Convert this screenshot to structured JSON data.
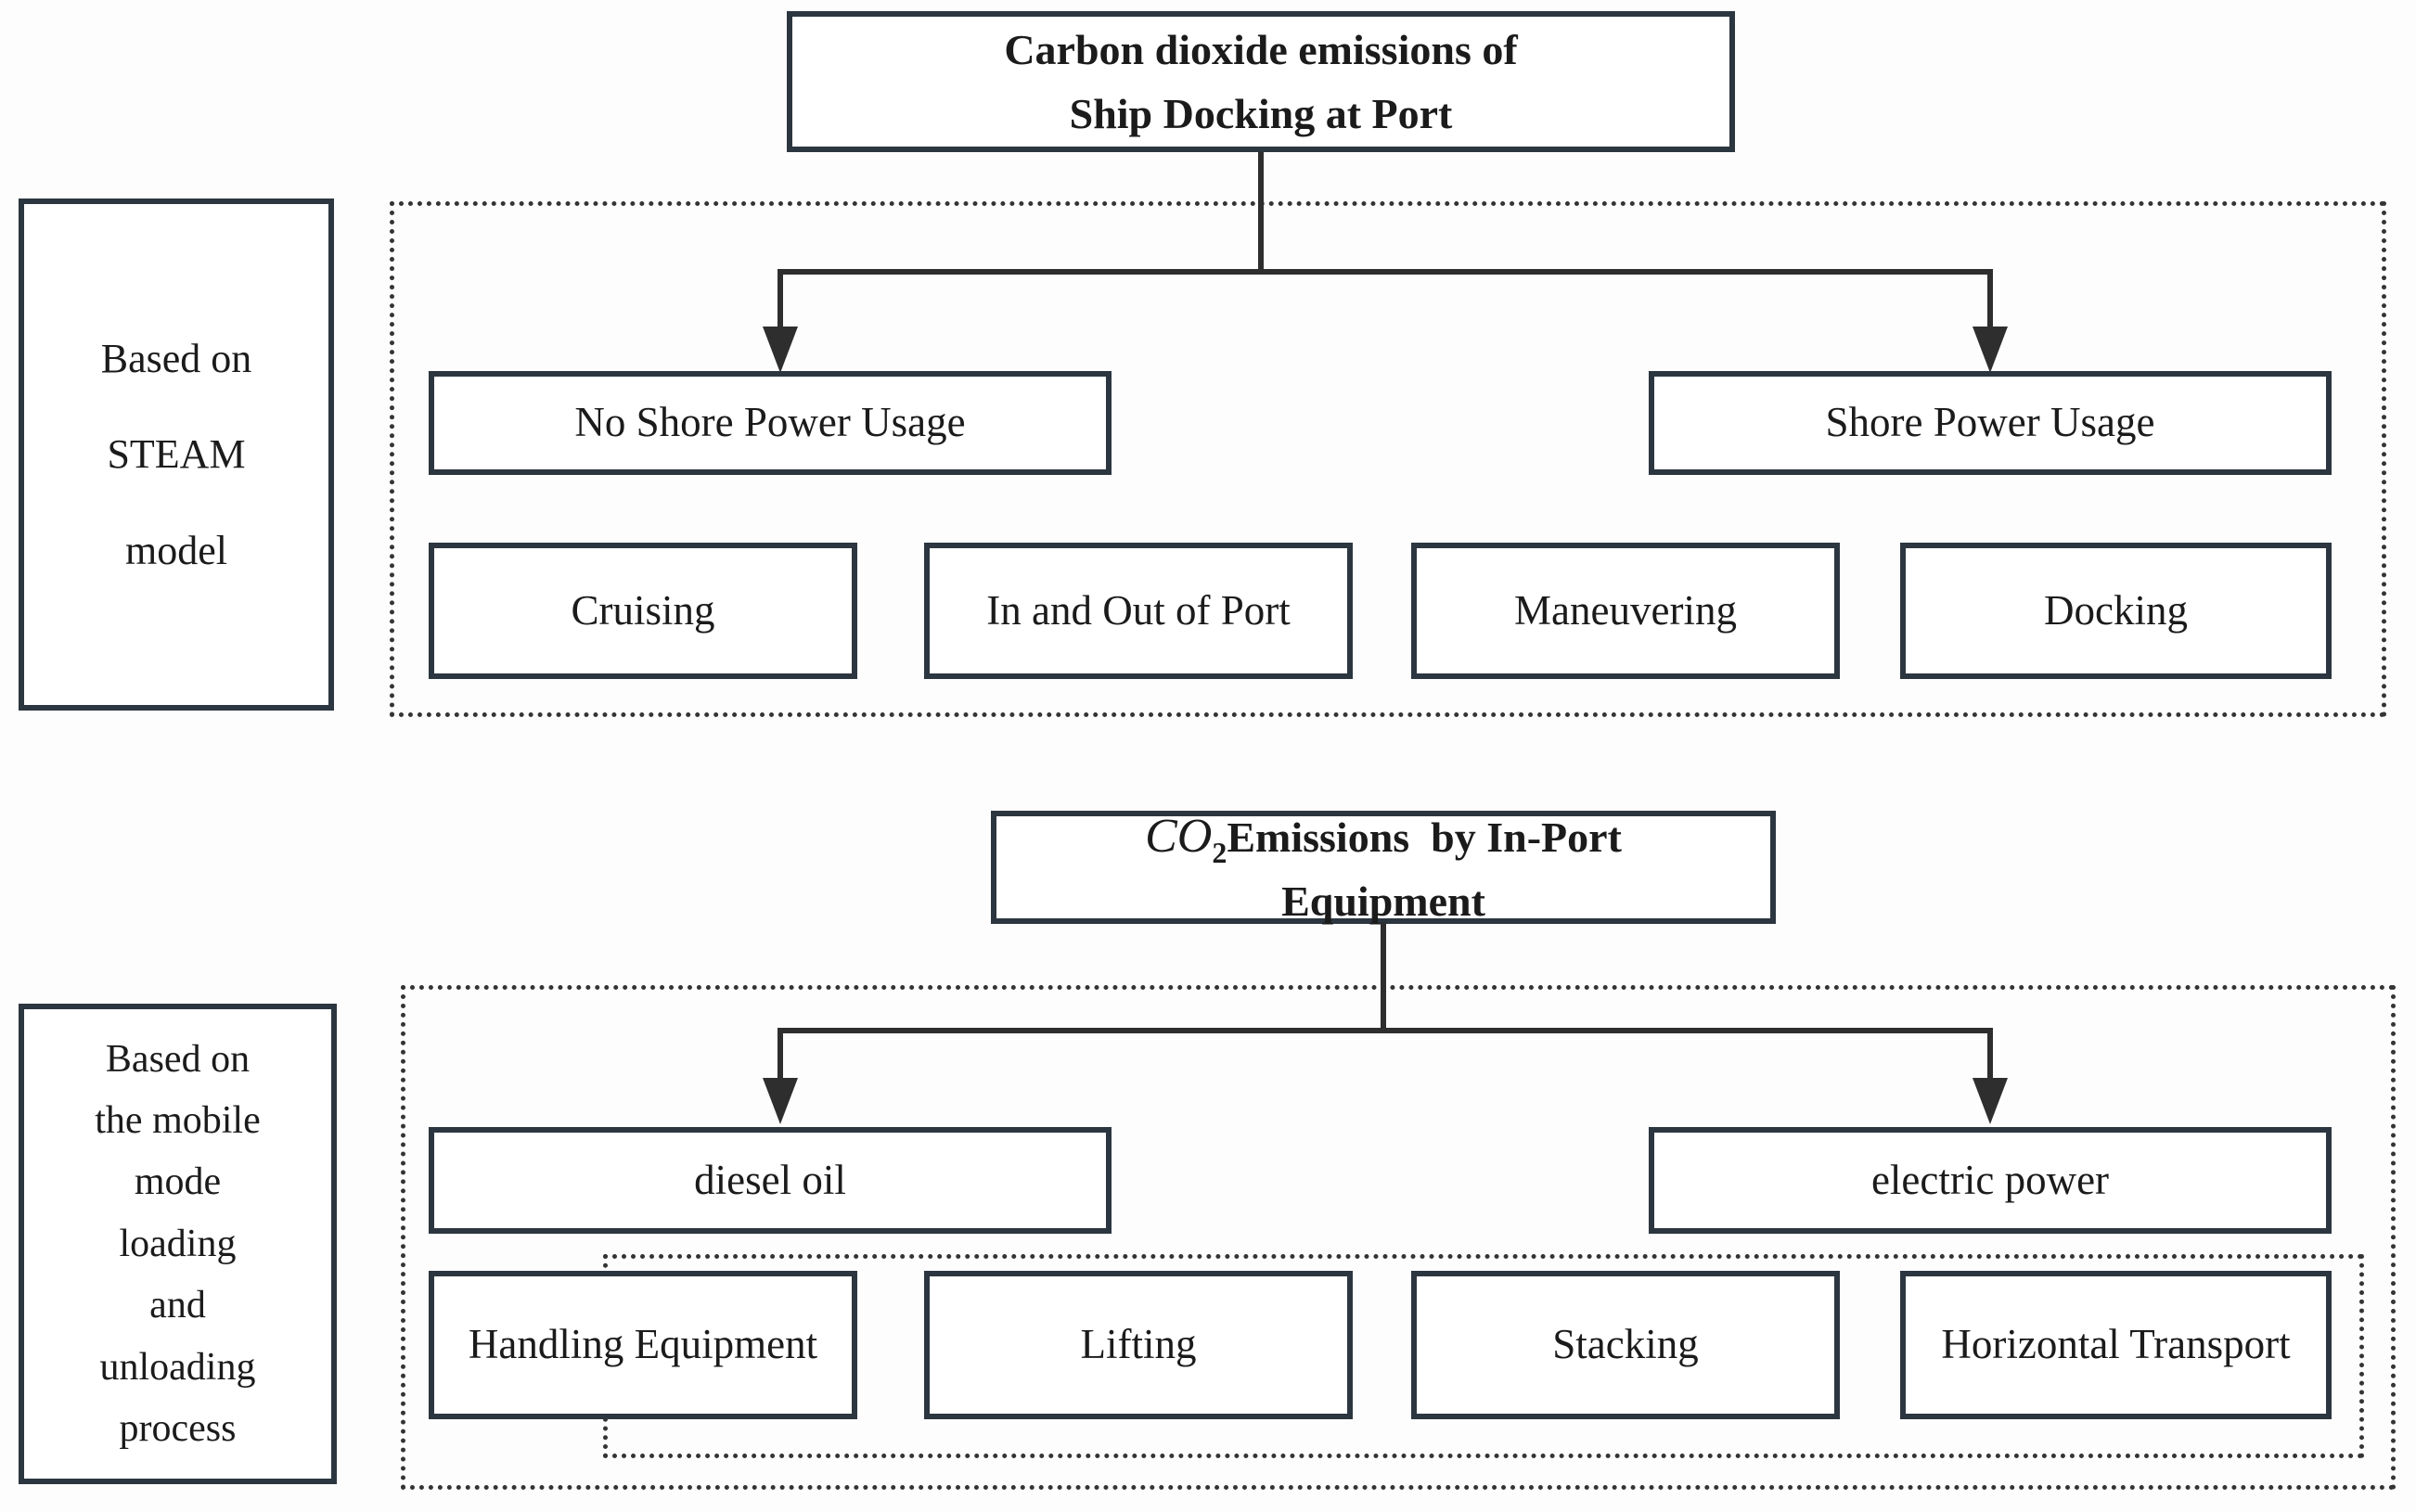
{
  "diagram": {
    "steam_section": {
      "title_line1": "Carbon dioxide emissions of",
      "title_line2": "Ship Docking at Port",
      "side_label": [
        "Based on",
        "STEAM",
        "model"
      ],
      "branch_left": "No Shore Power Usage",
      "branch_right": "Shore Power Usage",
      "leaves": [
        "Cruising",
        "In and Out of Port",
        "Maneuvering",
        "Docking"
      ]
    },
    "equipment_section": {
      "title_co": "CO",
      "title_co_sub": "2",
      "title_line1_rest": "Emissions  by In-Port",
      "title_line2": "Equipment",
      "side_label": [
        "Based on",
        "the mobile",
        "mode",
        "loading",
        "and",
        "unloading",
        "process"
      ],
      "branch_left": "diesel oil",
      "branch_right": "electric power",
      "leaves": [
        "Handling Equipment",
        "Lifting",
        "Stacking",
        "Horizontal Transport"
      ]
    },
    "colors": {
      "box_border": "#2c3640",
      "connector_line": "#2e2e2e",
      "dotted_border": "#343434",
      "text": "#1b1b1b",
      "background": "#fdfdfd"
    }
  }
}
